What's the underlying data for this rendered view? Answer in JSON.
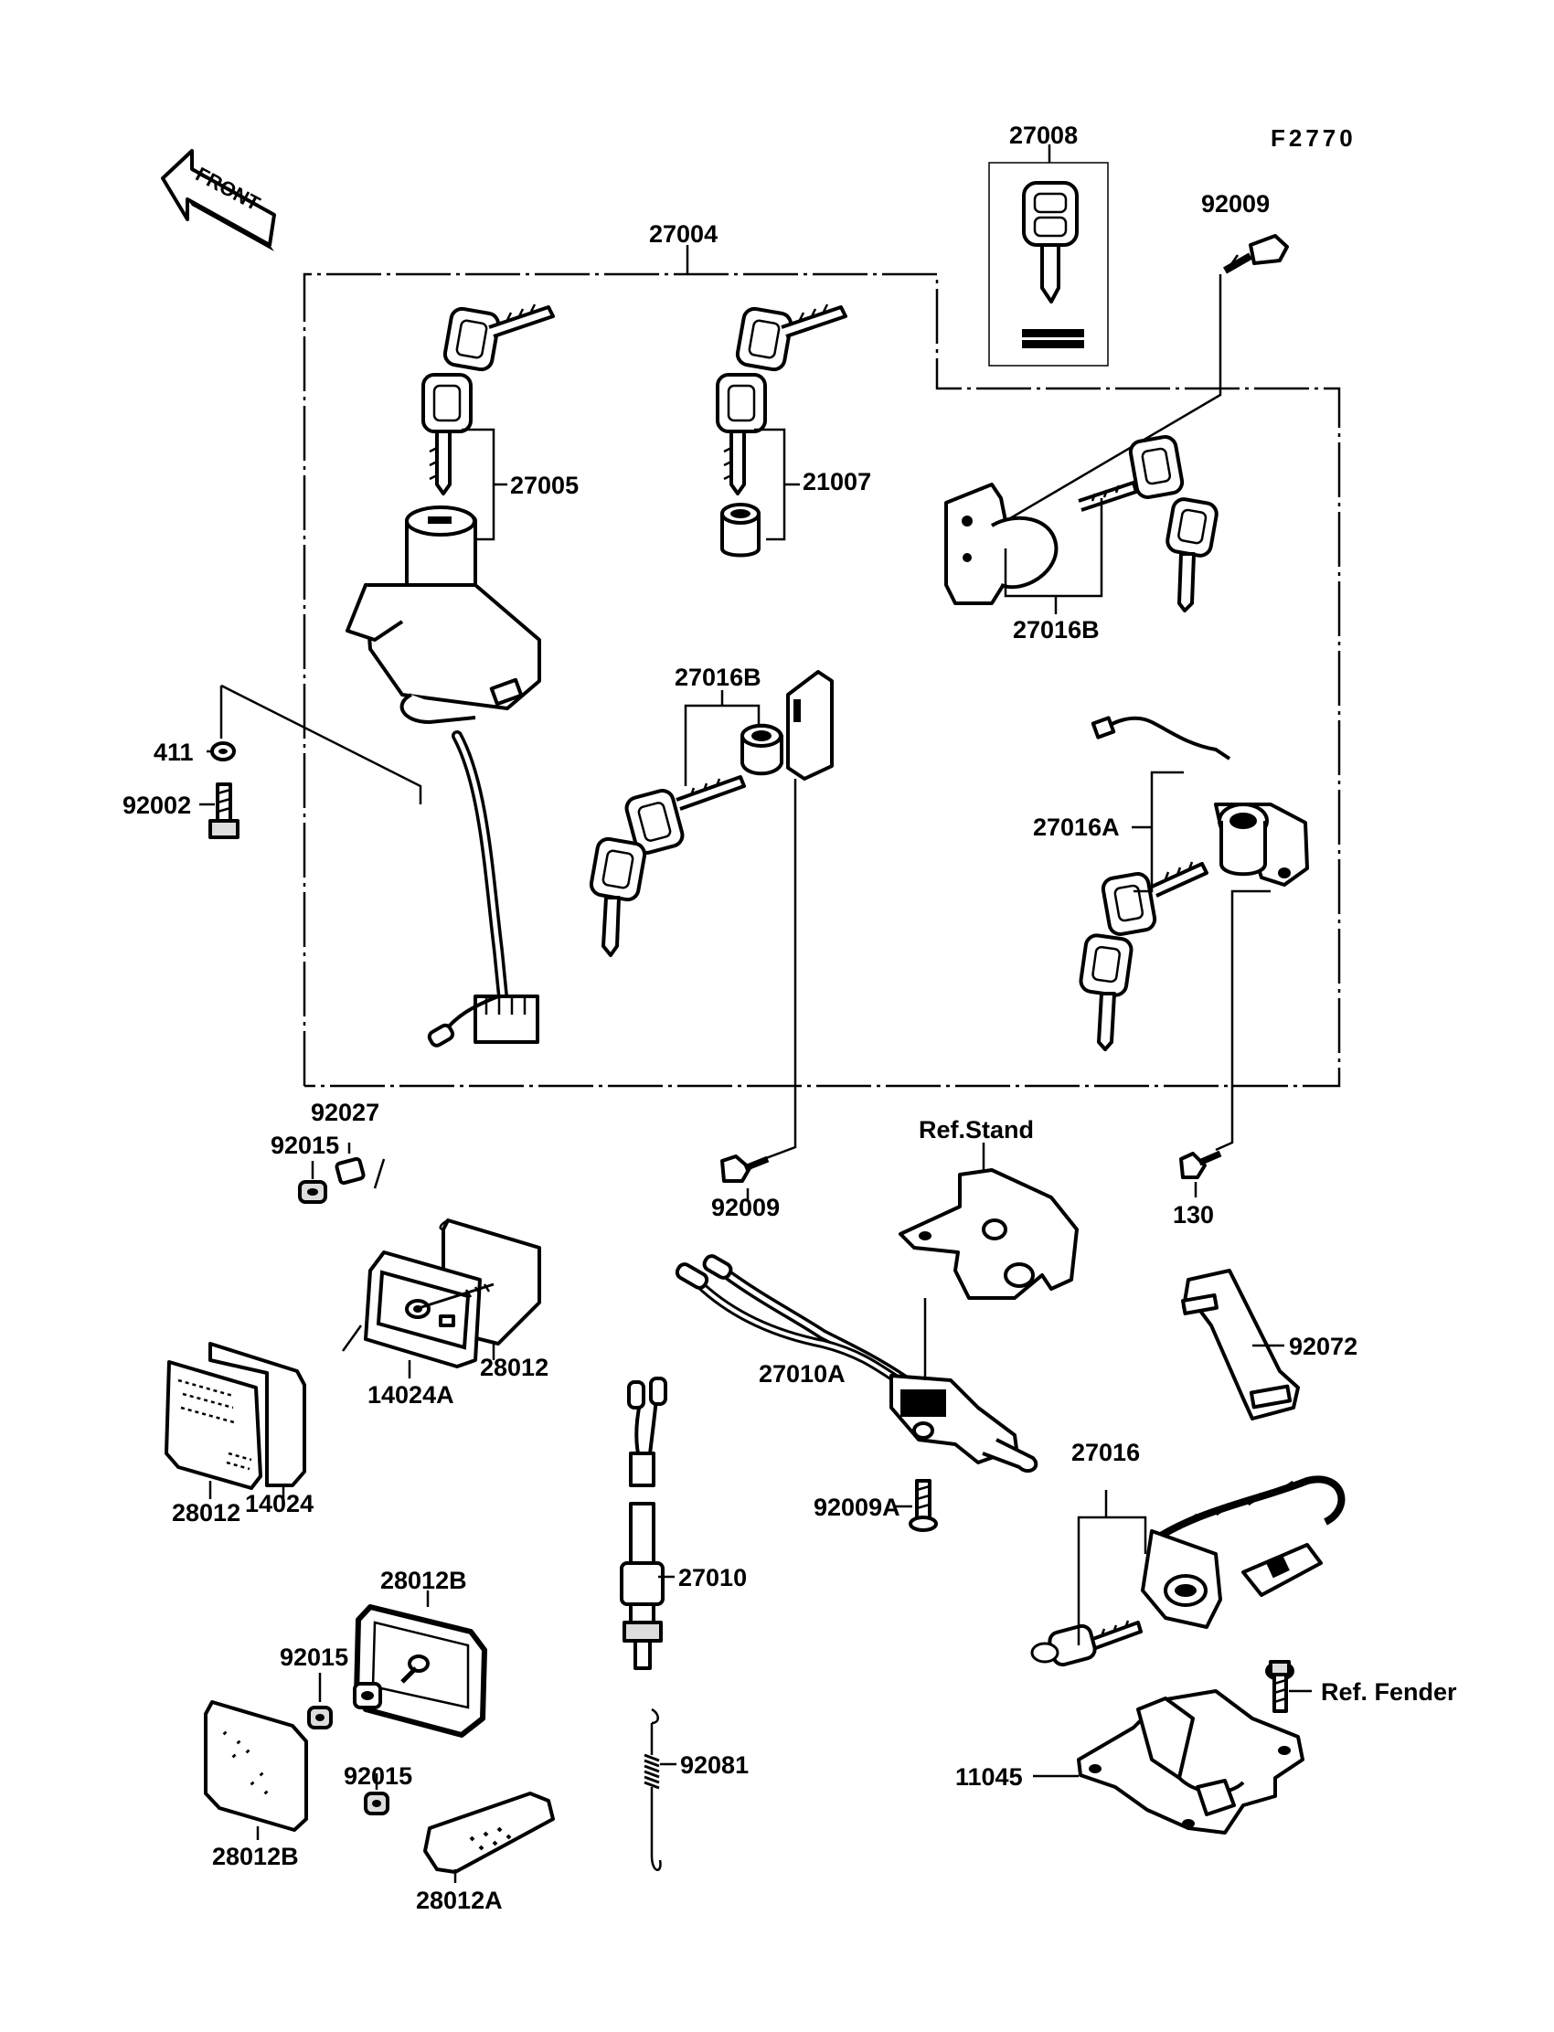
{
  "diagram": {
    "figure_code": "F2770",
    "direction_label": "FRONT",
    "callouts": [
      {
        "id": "c27008",
        "text": "27008"
      },
      {
        "id": "c92009_top",
        "text": "92009"
      },
      {
        "id": "c27004",
        "text": "27004"
      },
      {
        "id": "c27005",
        "text": "27005"
      },
      {
        "id": "c21007",
        "text": "21007"
      },
      {
        "id": "c27016B_r",
        "text": "27016B"
      },
      {
        "id": "c27016B_c",
        "text": "27016B"
      },
      {
        "id": "c411",
        "text": "411"
      },
      {
        "id": "c92002",
        "text": "92002"
      },
      {
        "id": "c27016A",
        "text": "27016A"
      },
      {
        "id": "c92027",
        "text": "92027"
      },
      {
        "id": "c92015_a",
        "text": "92015"
      },
      {
        "id": "c92009_mid",
        "text": "92009"
      },
      {
        "id": "cRefStand",
        "text": "Ref.Stand"
      },
      {
        "id": "c130",
        "text": "130"
      },
      {
        "id": "c28012_a",
        "text": "28012"
      },
      {
        "id": "c14024A",
        "text": "14024A"
      },
      {
        "id": "c27010A",
        "text": "27010A"
      },
      {
        "id": "c92072",
        "text": "92072"
      },
      {
        "id": "c28012_b",
        "text": "28012"
      },
      {
        "id": "c14024",
        "text": "14024"
      },
      {
        "id": "c92009A",
        "text": "92009A"
      },
      {
        "id": "c27016",
        "text": "27016"
      },
      {
        "id": "c27010",
        "text": "27010"
      },
      {
        "id": "c28012B_top",
        "text": "28012B"
      },
      {
        "id": "c92015_b",
        "text": "92015"
      },
      {
        "id": "cRefFender",
        "text": "Ref. Fender"
      },
      {
        "id": "c92015_c",
        "text": "92015"
      },
      {
        "id": "c92081",
        "text": "92081"
      },
      {
        "id": "c11045",
        "text": "11045"
      },
      {
        "id": "c28012B_bot",
        "text": "28012B"
      },
      {
        "id": "c28012A",
        "text": "28012A"
      }
    ]
  }
}
